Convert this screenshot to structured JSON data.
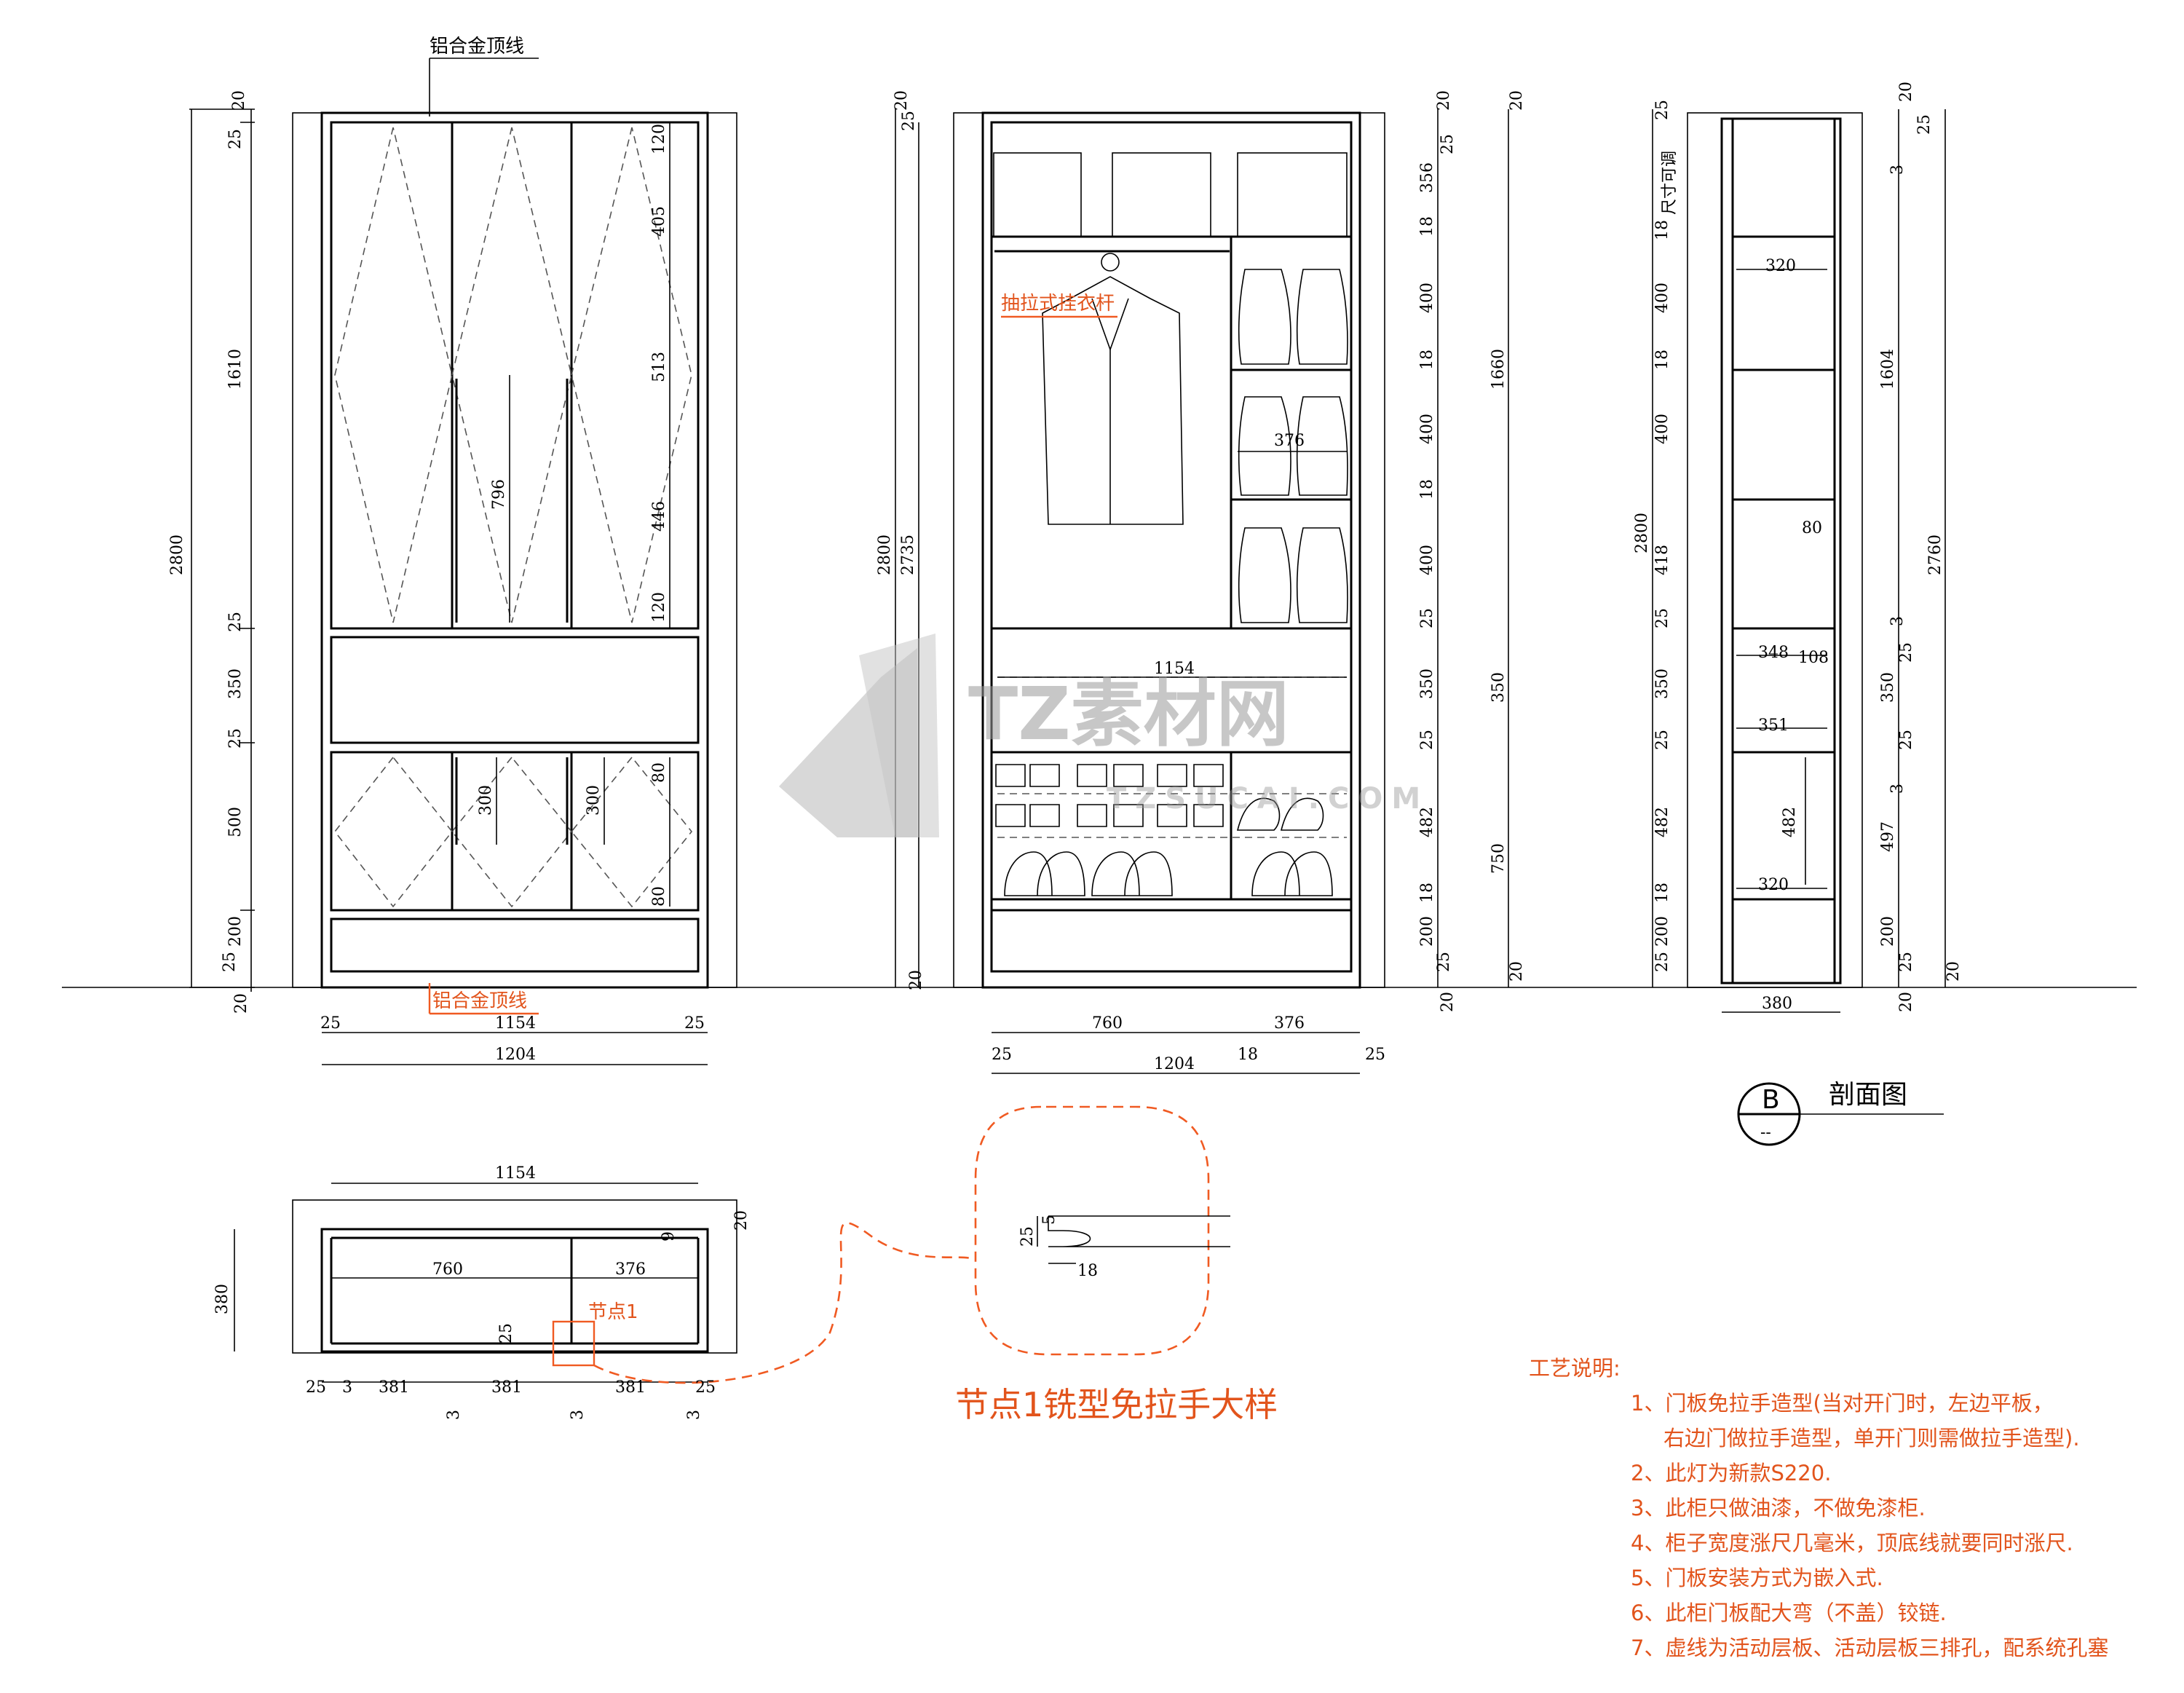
{
  "labels": {
    "top_line_label": "铝合金顶线",
    "bottom_line_label": "铝合金顶线",
    "rod_label": "抽拉式挂衣杆",
    "node_label": "节点1",
    "node_detail_title": "节点1铣型免拉手大样",
    "section_title": "剖面图",
    "section_mark": "B",
    "section_mark_sub": "--",
    "side_note": "尺寸可调"
  },
  "watermark": {
    "main": "TZ素材网",
    "sub": "TZSUCAI.COM"
  },
  "notes": {
    "title": "工艺说明:",
    "items": [
      "1、门板免拉手造型(当对开门时，左边平板，",
      "右边门做拉手造型，单开门则需做拉手造型).",
      "2、此灯为新款S220.",
      "3、此柜只做油漆，不做免漆柜.",
      "4、柜子宽度涨尺几毫米，顶底线就要同时涨尺.",
      "5、门板安装方式为嵌入式.",
      "6、此柜门板配大弯（不盖）铰链.",
      "7、虚线为活动层板、活动层板三排孔，配系统孔塞"
    ]
  },
  "elevation_front": {
    "left_dims": [
      "20",
      "25",
      "1610",
      "2800",
      "25",
      "350",
      "25",
      "500",
      "200",
      "25",
      "20"
    ],
    "inner_dims": [
      "120",
      "405",
      "513",
      "446",
      "120",
      "796",
      "80",
      "300",
      "300",
      "80"
    ],
    "bottom_dims": [
      "25",
      "1154",
      "25",
      "1204"
    ]
  },
  "elevation_inside": {
    "left_dims": [
      "20",
      "25",
      "2800",
      "2735",
      "20"
    ],
    "right_dims": [
      "20",
      "25",
      "356",
      "18",
      "400",
      "18",
      "400",
      "18",
      "400",
      "25",
      "350",
      "25",
      "482",
      "18",
      "200",
      "25",
      "20"
    ],
    "total_dims": [
      "20",
      "1660",
      "350",
      "750",
      "20"
    ],
    "inner_dims": [
      "376",
      "1154"
    ],
    "bottom_dims": [
      "760",
      "376",
      "25",
      "18",
      "25",
      "1204"
    ]
  },
  "section_b": {
    "left_dims": [
      "25",
      "18",
      "400",
      "18",
      "400",
      "2800",
      "418",
      "25",
      "350",
      "25",
      "482",
      "18",
      "200",
      "25"
    ],
    "inner_dims": [
      "320",
      "80",
      "348",
      "108",
      "351",
      "482",
      "320",
      "380",
      "1604",
      "497"
    ],
    "right_dims": [
      "20",
      "25",
      "3",
      "3",
      "25",
      "350",
      "25",
      "3",
      "200",
      "25",
      "20",
      "2760",
      "20"
    ]
  },
  "plan": {
    "dims": [
      "1154",
      "380",
      "20",
      "9",
      "760",
      "376",
      "25",
      "25",
      "3",
      "381",
      "381",
      "381",
      "25",
      "3",
      "3",
      "3"
    ]
  },
  "detail": {
    "dims": [
      "25",
      "5",
      "18"
    ]
  }
}
